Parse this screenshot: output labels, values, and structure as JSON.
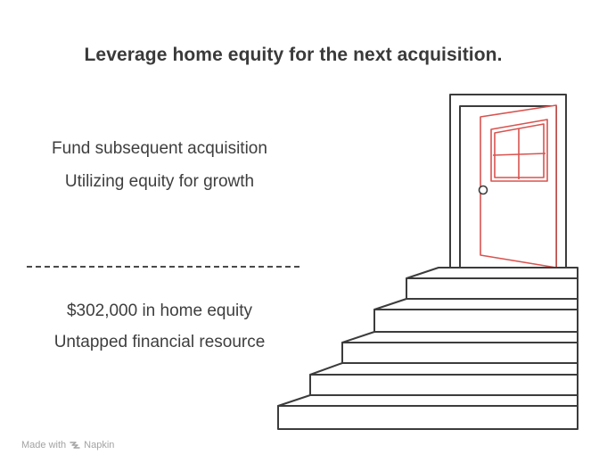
{
  "title": "Leverage home equity for the next acquisition.",
  "top_section": {
    "line1": "Fund subsequent acquisition",
    "line2": "Utilizing equity for growth"
  },
  "bottom_section": {
    "line1": "$302,000 in home equity",
    "line2": "Untapped financial resource"
  },
  "footer": {
    "made_with": "Made with",
    "brand": "Napkin",
    "brand_icon": "napkin-logo-icon"
  },
  "colors": {
    "text": "#3a3a3a",
    "outline": "#3c3c3c",
    "door_accent": "#d9534f",
    "footer": "#a3a3a3"
  },
  "illustration": {
    "icons": [
      "door-frame-icon",
      "open-door-icon",
      "door-window-icon",
      "door-knob-icon",
      "staircase-icon"
    ]
  }
}
